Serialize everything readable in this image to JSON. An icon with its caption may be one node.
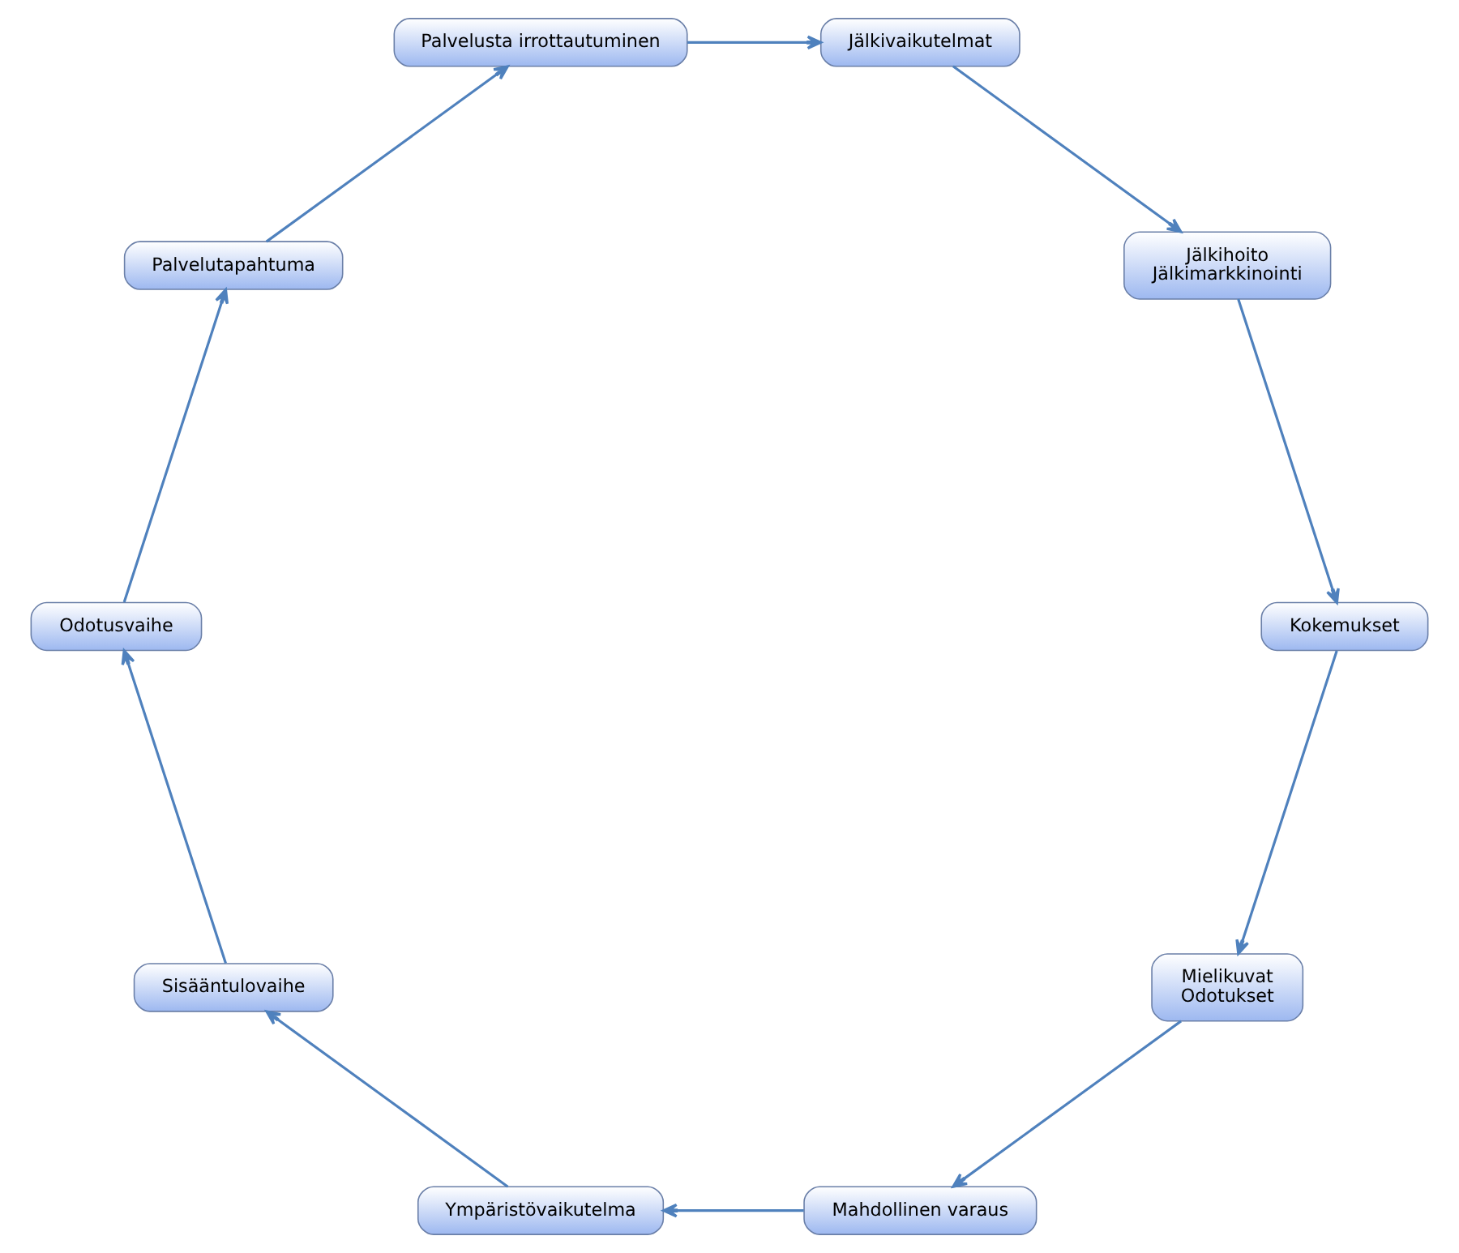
{
  "diagram": {
    "nodes": [
      {
        "text": [
          "Mielikuvat",
          "Odotukset"
        ]
      },
      {
        "text": [
          "Mahdollinen varaus"
        ]
      },
      {
        "text": [
          "Ympäristövaikutelma"
        ]
      },
      {
        "text": [
          "Sisääntulovaihe"
        ]
      },
      {
        "text": [
          "Odotusvaihe"
        ]
      },
      {
        "text": [
          "Palvelutapahtuma"
        ]
      },
      {
        "text": [
          "Palvelusta irrottautuminen"
        ]
      },
      {
        "text": [
          "Jälkivaikutelmat"
        ]
      },
      {
        "text": [
          "Jälkihoito",
          "Jälkimarkkinointi"
        ]
      },
      {
        "text": [
          "Kokemukset"
        ]
      }
    ],
    "edges": [
      {
        "from": 0,
        "to": 1,
        "arrow": "to"
      },
      {
        "from": 1,
        "to": 2,
        "arrow": "to"
      },
      {
        "from": 2,
        "to": 3,
        "arrow": "to"
      },
      {
        "from": 3,
        "to": 4,
        "arrow": "to"
      },
      {
        "from": 4,
        "to": 5,
        "arrow": "to"
      },
      {
        "from": 5,
        "to": 6,
        "arrow": "to"
      },
      {
        "from": 6,
        "to": 7,
        "arrow": "to"
      },
      {
        "from": 7,
        "to": 8,
        "arrow": "to"
      },
      {
        "from": 8,
        "to": 9,
        "arrow": "to"
      },
      {
        "from": 9,
        "to": 0,
        "arrow": "to"
      }
    ]
  }
}
